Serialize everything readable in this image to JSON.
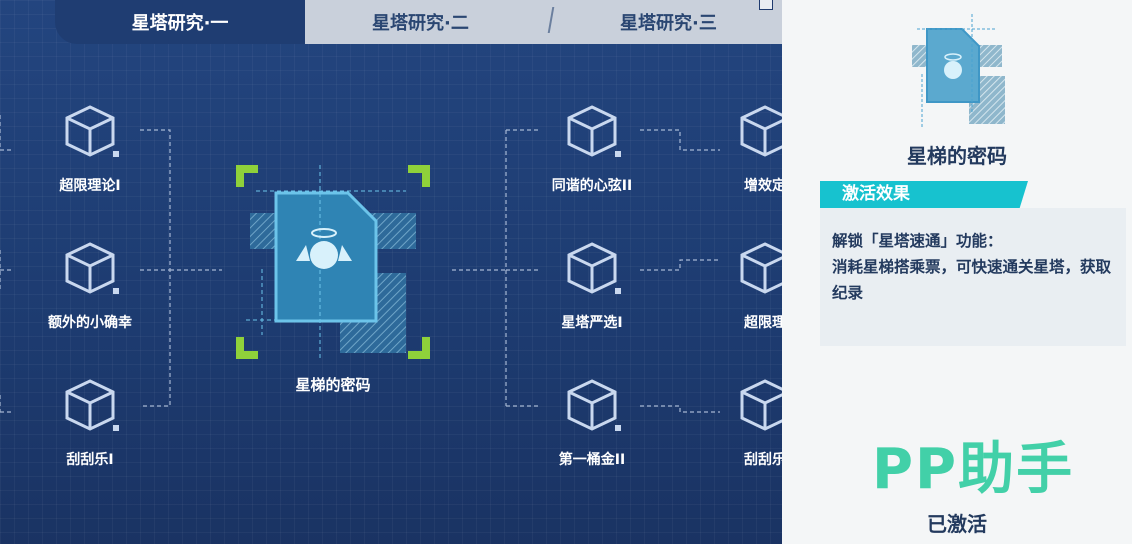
{
  "tabs": [
    {
      "label": "星塔研究·一",
      "active": true
    },
    {
      "label": "星塔研究·二",
      "active": false
    },
    {
      "label": "星塔研究·三",
      "active": false
    }
  ],
  "tree": {
    "left": [
      {
        "label": "超限理论I"
      },
      {
        "label": "额外的小确幸"
      },
      {
        "label": "刮刮乐I"
      }
    ],
    "center": {
      "label": "星梯的密码"
    },
    "right1": [
      {
        "label": "同谐的心弦II"
      },
      {
        "label": "星塔严选I"
      },
      {
        "label": "第一桶金II"
      }
    ],
    "right2": [
      {
        "label": "增效定"
      },
      {
        "label": "超限理"
      },
      {
        "label": "刮刮乐"
      }
    ]
  },
  "detail": {
    "title": "星梯的密码",
    "effect_heading": "激活效果",
    "effect_line1": "解锁「星塔速通」功能：",
    "effect_line2": "消耗星梯搭乘票，可快速通关星塔，获取纪录",
    "status": "已激活"
  },
  "watermark": "PP助手",
  "colors": {
    "main_bg": "#1f3d72",
    "accent": "#17c2cf",
    "corner": "#8fd13a"
  }
}
